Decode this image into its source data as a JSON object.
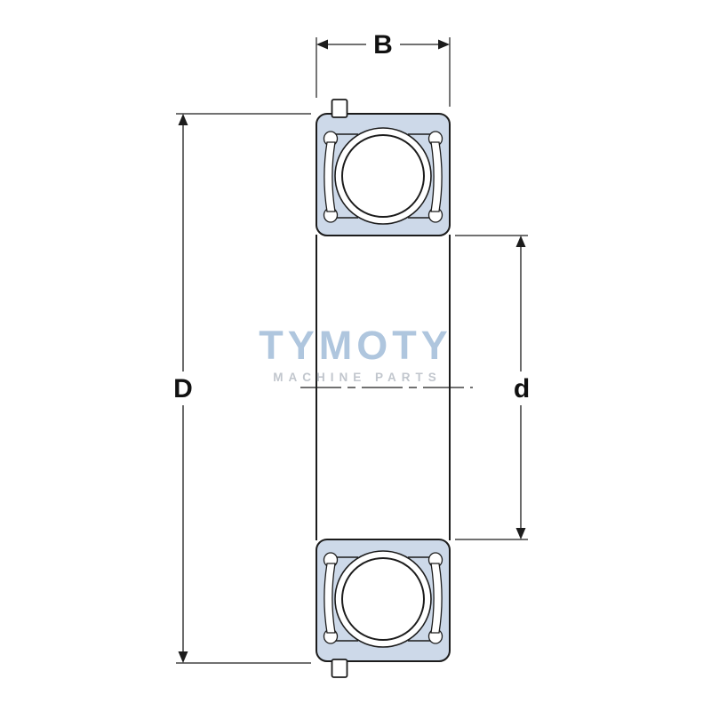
{
  "diagram": {
    "labels": {
      "width": "B",
      "outer_diameter": "D",
      "bore_diameter": "d"
    },
    "watermark": {
      "title": "TYMOTY",
      "subtitle": "MACHINE PARTS"
    },
    "colors": {
      "ring_fill": "#cdd9e9",
      "line": "#1c1c1c",
      "watermark_title": "#a9c2dc",
      "watermark_subtitle": "#bcc2c9"
    }
  }
}
